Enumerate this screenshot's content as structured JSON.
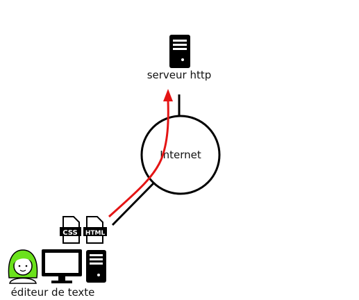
{
  "server": {
    "label": "serveur http",
    "icon": "server-icon"
  },
  "network": {
    "label": "Internet"
  },
  "client": {
    "label": "éditeur de texte",
    "files": [
      {
        "label": "CSS",
        "icon": "css-file-icon"
      },
      {
        "label": "HTML",
        "icon": "html-file-icon"
      }
    ],
    "user_icon": "user-avatar-icon",
    "monitor_icon": "monitor-icon",
    "tower_icon": "computer-tower-icon"
  },
  "colors": {
    "upload_arrow": "#e41414",
    "avatar": "#6be21c",
    "line": "#000000"
  }
}
